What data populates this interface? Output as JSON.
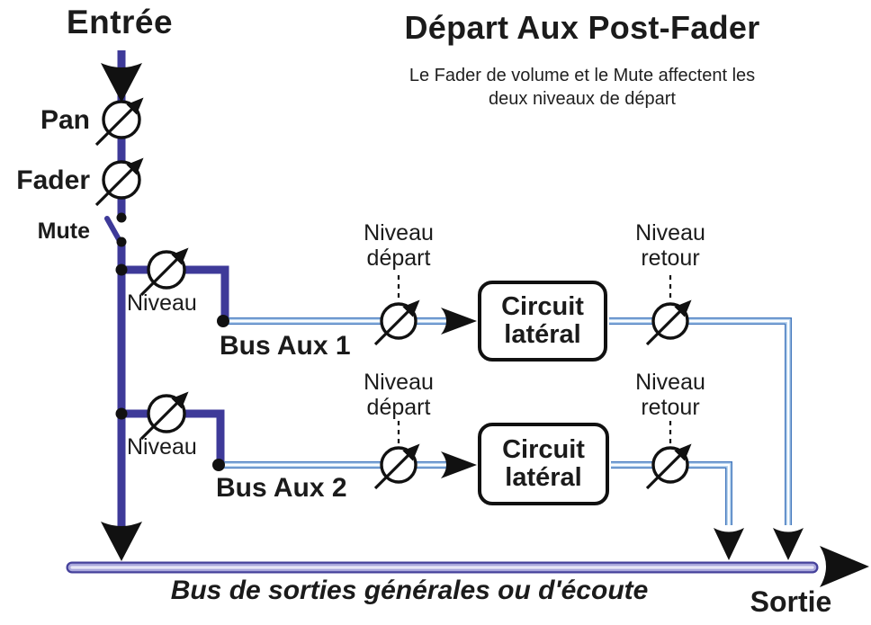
{
  "colors": {
    "wire_indigo": "#3E3A99",
    "aux_bus_edge": "#4478BE",
    "aux_bus_fill": "#B5D1ED",
    "aux_bus_core": "#FDFEFF",
    "main_bus_edge": "#45419B",
    "main_bus_fill": "#ABA9DC",
    "main_bus_core": "#E8E7F7",
    "ink_black": "#111111"
  },
  "header": {
    "input_label": "Entrée",
    "title": "Départ Aux Post-Fader",
    "subtitle_line1": "Le Fader de volume et le Mute affectent les",
    "subtitle_line2": "deux niveaux de départ"
  },
  "strip": {
    "pan_label": "Pan",
    "fader_label": "Fader",
    "mute_label": "Mute"
  },
  "sends": [
    {
      "level_knob_label": "Niveau",
      "bus_label": "Bus Aux 1",
      "send_knob_label_line1": "Niveau",
      "send_knob_label_line2": "départ",
      "processor_line1": "Circuit",
      "processor_line2": "latéral",
      "return_knob_label_line1": "Niveau",
      "return_knob_label_line2": "retour"
    },
    {
      "level_knob_label": "Niveau",
      "bus_label": "Bus Aux 2",
      "send_knob_label_line1": "Niveau",
      "send_knob_label_line2": "départ",
      "processor_line1": "Circuit",
      "processor_line2": "latéral",
      "return_knob_label_line1": "Niveau",
      "return_knob_label_line2": "retour"
    }
  ],
  "output": {
    "main_bus_label": "Bus de sorties générales ou d'écoute",
    "output_label": "Sortie"
  }
}
